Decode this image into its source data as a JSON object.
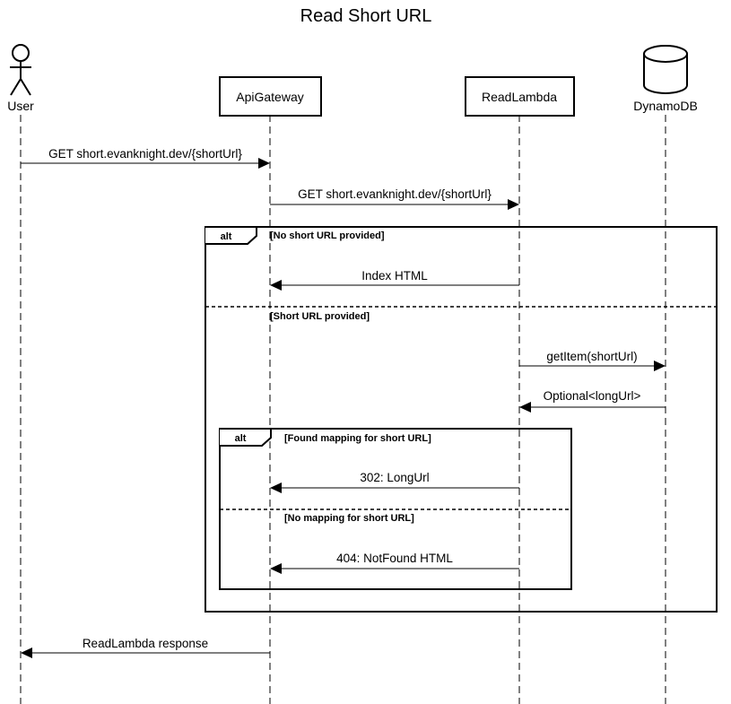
{
  "title": "Read Short URL",
  "participants": {
    "user": "User",
    "api_gateway": "ApiGateway",
    "read_lambda": "ReadLambda",
    "dynamodb": "DynamoDB"
  },
  "messages": {
    "user_get": "GET short.evanknight.dev/{shortUrl}",
    "gateway_get": "GET short.evanknight.dev/{shortUrl}",
    "index_html": "Index HTML",
    "get_item": "getItem(shortUrl)",
    "optional_long_url": "Optional<longUrl>",
    "redirect_302": "302: LongUrl",
    "not_found_404": "404: NotFound HTML",
    "lambda_response": "ReadLambda response"
  },
  "outer_alt": {
    "tag": "alt",
    "guard_1": "[No short URL provided]",
    "guard_2": "[Short URL provided]"
  },
  "inner_alt": {
    "tag": "alt",
    "guard_1": "[Found mapping for short URL]",
    "guard_2": "[No mapping for short URL]"
  }
}
